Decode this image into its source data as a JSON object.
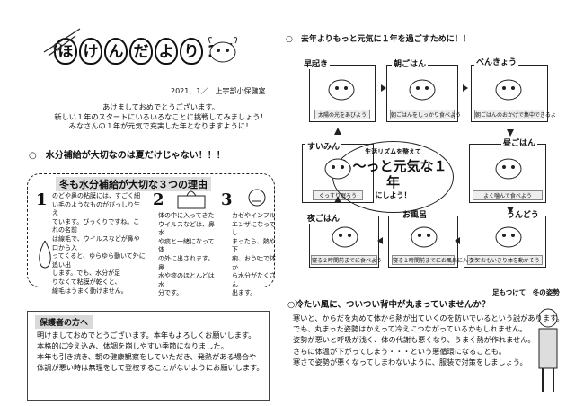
{
  "header": {
    "title_chars": [
      "ほ",
      "け",
      "ん",
      "だ",
      "よ",
      "り"
    ],
    "month": "1月",
    "date_line": "2021．1／　上宇部小保健室",
    "greeting": [
      "あけましておめでとうございます。",
      "新しい１年のスタートにいろいろなことに挑戦してみましょう！",
      "みなさんの１年が元気で充実した年となりますように！"
    ]
  },
  "hydration": {
    "heading": "○　水分補給が大切なのは夏だけじゃない！！！",
    "box_title": "冬も水分補給が大切な３つの理由",
    "reasons": [
      {
        "num": "1",
        "text": [
          "のどや鼻の粘膜には、すごく細",
          "い毛のようなものがびっしり生え",
          "ています。びっくりですね。これの名前",
          "は線毛で、ウイルスなどが鼻や口から入",
          "ってくると、ゆらゆら動いて外に追い出",
          "します。でも、水分が足",
          "りなくて粘膜が乾くと、",
          "線毛はうまく動けません。"
        ]
      },
      {
        "num": "2",
        "text": [
          "体の中に入ってきた",
          "ウイルスなどは、鼻水",
          "や痰と一緒になって体",
          "の外に出されます。鼻",
          "水や痰のほとんどは水",
          "分です。"
        ]
      },
      {
        "num": "3",
        "text": [
          "カゼやインフル",
          "エンザになってし",
          "まったら、熱や下",
          "痢、おう吐で体か",
          "ら水分がたくさん",
          "出ます。"
        ]
      }
    ]
  },
  "guardian": {
    "heading": "保護者の方へ",
    "body": [
      "明けましておめでとうございます。本年もよろしくお願いします。",
      "本格的に冷え込み、体調を崩しやすい季節になりました。",
      "本年も引き続き、朝の健康観察をしていただき、発熱がある場合や",
      "体調が悪い時は無理をして登校することがないようにお願いします。"
    ]
  },
  "rhythm": {
    "heading": "○　去年よりもっと元気に１年を過ごすために！！",
    "center_top": "生活リズムを整えて",
    "center_main": "も〜っと元気な１年",
    "center_sub": "にしよう！",
    "steps": [
      {
        "label": "早起き",
        "caption": "太陽の光をあびよう"
      },
      {
        "label": "朝ごはん",
        "caption": "朝ごはんをしっかり食べよう"
      },
      {
        "label": "べんきょう",
        "caption": "朝ごはんのおかげで集中できるよ"
      },
      {
        "label": "昼ごはん",
        "caption": "よく噛んで食べよう"
      },
      {
        "label": "うんどう",
        "caption": "外でおもいきり体を動かそう"
      },
      {
        "label": "お風呂",
        "caption": "寝る１時間前までにお風呂に入ろう"
      },
      {
        "label": "夜ごはん",
        "caption": "寝る２時間前までに食べよう"
      },
      {
        "label": "すいみん",
        "caption": "ぐっすり眠ろう"
      }
    ]
  },
  "cold": {
    "heading": "○冷たい風に、ついつい背中が丸まっていませんか？",
    "side_note": "足もつけて　冬の姿勢",
    "body": [
      "寒いと、からだを丸めて体から熱が出ていくのを防いでいるという説があります。",
      "でも、丸まった姿勢はかえって冷えにつながっているかもしれません。",
      "姿勢が悪いと呼吸が浅く、体の代謝も悪くなり、うまく熱が作れません。",
      "さらに体温が下がってしまう・・・という悪循環になることも。",
      "寒さで姿勢が悪くなってしまわないように、服装で対策をしましょう。"
    ]
  }
}
